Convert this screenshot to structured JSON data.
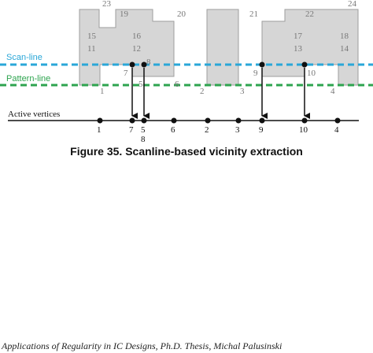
{
  "labels": {
    "scan_line": "Scan-line",
    "pattern_line": "Pattern-line",
    "active_vertices": "Active vertices"
  },
  "caption": "Figure 35. Scanline-based vicinity extraction",
  "footer": "Applications of Regularity in IC Designs, Ph.D. Thesis, Michal Palusinski",
  "pattern_vertex_labels": [
    "23",
    "19",
    "20",
    "15",
    "16",
    "11",
    "12",
    "7",
    "8",
    "5",
    "6",
    "1",
    "2",
    "3",
    "21",
    "22",
    "24",
    "17",
    "18",
    "13",
    "14",
    "9",
    "10",
    "4"
  ],
  "active_vertices": [
    "1",
    "7",
    "5",
    "8",
    "6",
    "2",
    "3",
    "9",
    "10",
    "4"
  ],
  "colors": {
    "shape_fill": "#d6d6d6",
    "shape_stroke": "#9e9e9e",
    "scan_line": "#2aa7d8",
    "pattern_line": "#2ea44f",
    "vertex": "#111111"
  }
}
